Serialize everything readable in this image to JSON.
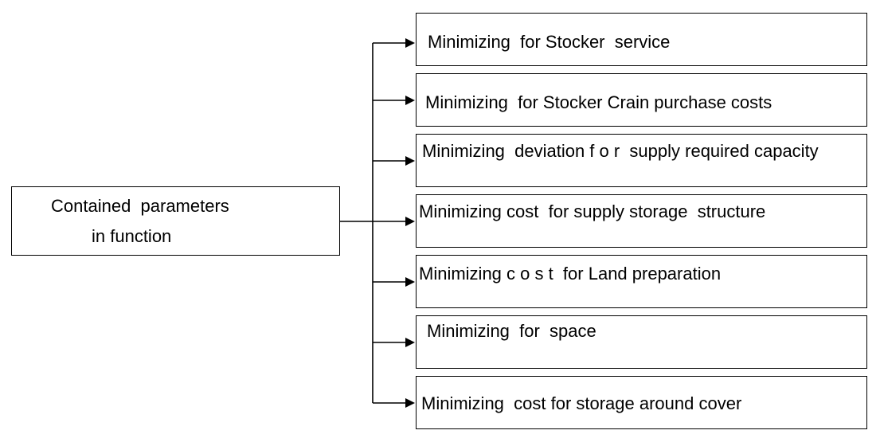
{
  "source": {
    "lines": [
      "Contained  parameters",
      "in function"
    ]
  },
  "targets": [
    {
      "label": "Minimizing  for Stocker  service"
    },
    {
      "label": "Minimizing  for Stocker Crain purchase costs"
    },
    {
      "label": "Minimizing  deviation f o r  supply required capacity"
    },
    {
      "label": "Minimizing cost  for supply storage  structure"
    },
    {
      "label": "Minimizing c o s t  for Land preparation"
    },
    {
      "label": "Minimizing  for  space"
    },
    {
      "label": "Minimizing  cost for storage around cover"
    }
  ]
}
